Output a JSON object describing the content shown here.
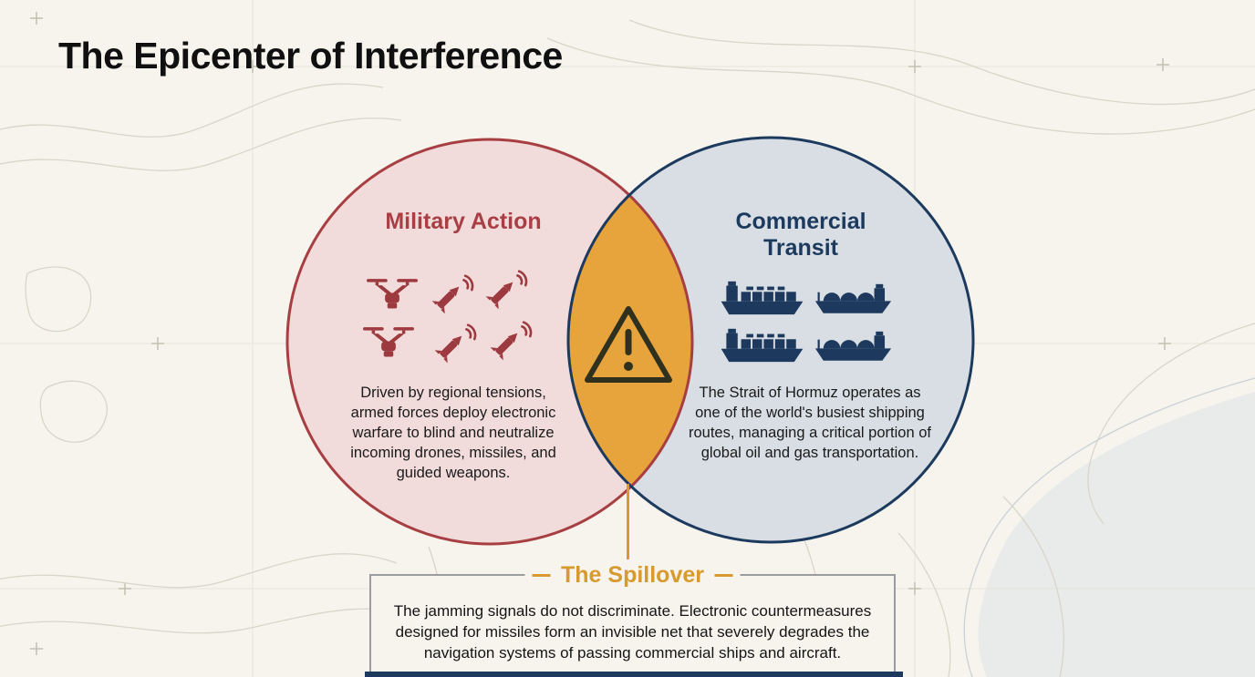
{
  "title": "The Epicenter of Interference",
  "venn": {
    "left": {
      "title": "Military Action",
      "description": "Driven by regional tensions, armed forces deploy electronic warfare to blind and neutralize incoming drones, missiles, and guided weapons.",
      "icons": [
        "drone-icon",
        "missile-signal-icon",
        "missile-signal-icon",
        "drone-icon",
        "missile-signal-icon",
        "missile-signal-icon"
      ]
    },
    "right": {
      "title": "Commercial Transit",
      "description": "The Strait of Hormuz operates as one of the world's busiest shipping routes, managing a critical portion of global oil and gas transportation.",
      "icons": [
        "container-ship-icon",
        "tanker-ship-icon",
        "container-ship-icon",
        "tanker-ship-icon"
      ]
    },
    "overlap": {
      "icon": "warning-triangle-icon"
    }
  },
  "spillover": {
    "label": "The Spillover",
    "description": "The jamming signals do not discriminate. Electronic countermeasures designed for missiles form an invisible net that severely degrades the navigation systems of passing commercial ships and aircraft."
  },
  "colors": {
    "background": "#f6f4ed",
    "military_fill": "#f1dcdb",
    "military_stroke": "#a73e42",
    "military_accent": "#9d3a3f",
    "commercial_fill": "#d8dee4",
    "commercial_stroke": "#1c3a5e",
    "overlap_fill": "#e7a33c",
    "spillover_accent": "#d79a2e",
    "warning_outline": "#30301f",
    "text": "#161616"
  }
}
